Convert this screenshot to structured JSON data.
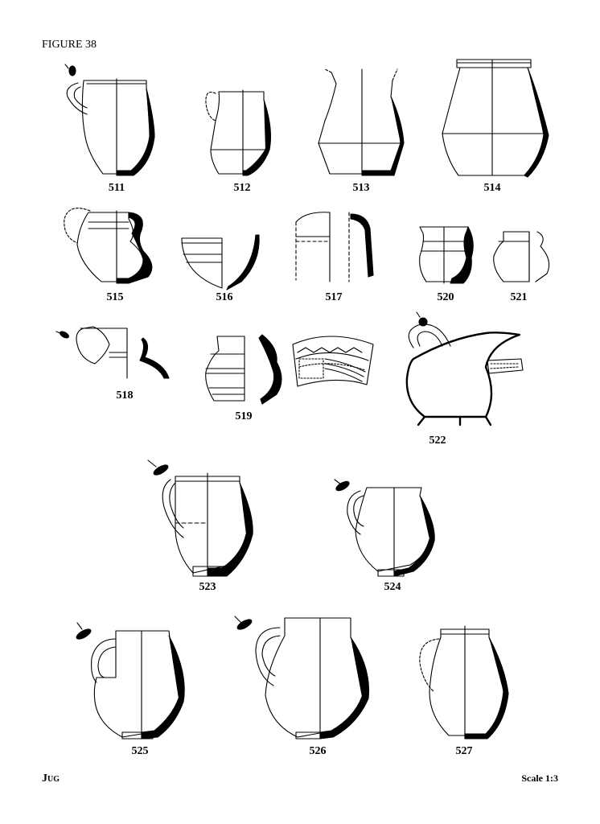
{
  "figure_title": "FIGURE 38",
  "catalogue_numbers": [
    "511",
    "512",
    "513",
    "514",
    "515",
    "516",
    "517",
    "520",
    "521",
    "518",
    "519",
    "522",
    "523",
    "524",
    "525",
    "526",
    "527"
  ],
  "footer": {
    "category": "Jug",
    "scale": "Scale 1:3"
  }
}
